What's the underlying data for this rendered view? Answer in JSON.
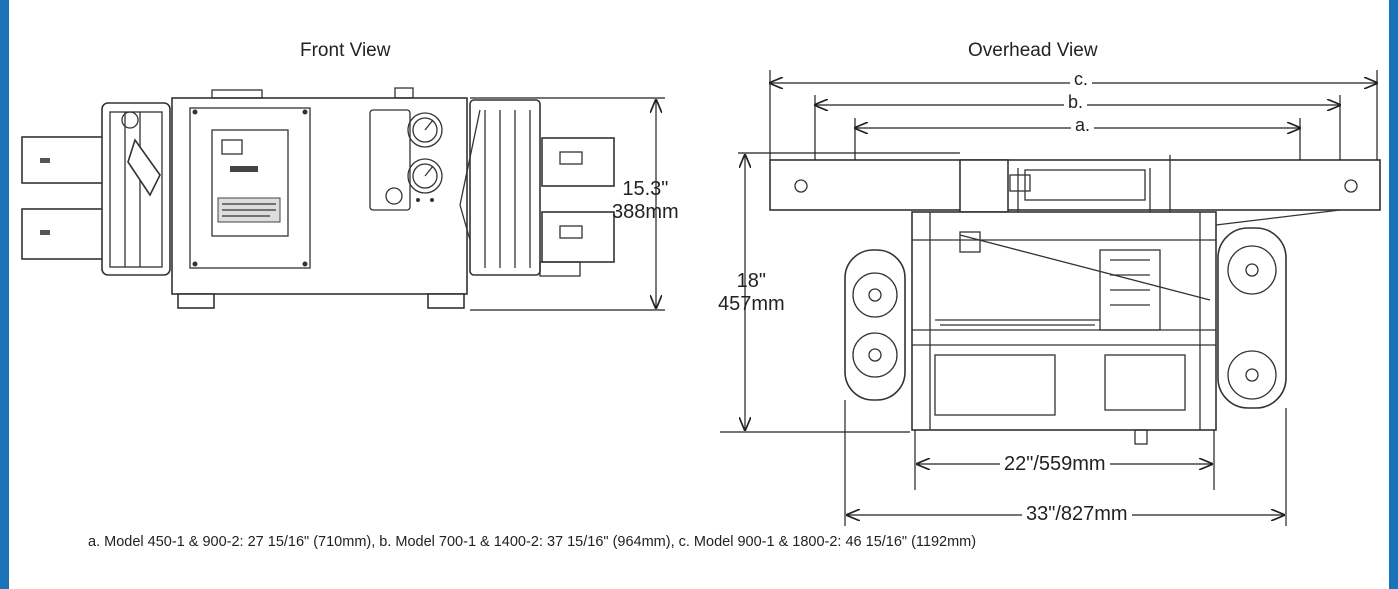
{
  "front_view": {
    "title": "Front View",
    "height_in": "15.3\"",
    "height_mm": "388mm"
  },
  "overhead_view": {
    "title": "Overhead View",
    "depth_in": "18\"",
    "depth_mm": "457mm",
    "dim_a": "a.",
    "dim_b": "b.",
    "dim_c": "c.",
    "dim_22": "22\"/559mm",
    "dim_33": "33\"/827mm"
  },
  "footnote": "a. Model 450-1 & 900-2: 27 15/16\" (710mm), b. Model 700-1 & 1400-2: 37 15/16\" (964mm), c. Model 900-1 & 1800-2: 46 15/16\" (1192mm)",
  "colors": {
    "frame": "#1a73b8",
    "background": "#ffffff",
    "line": "#333333"
  }
}
